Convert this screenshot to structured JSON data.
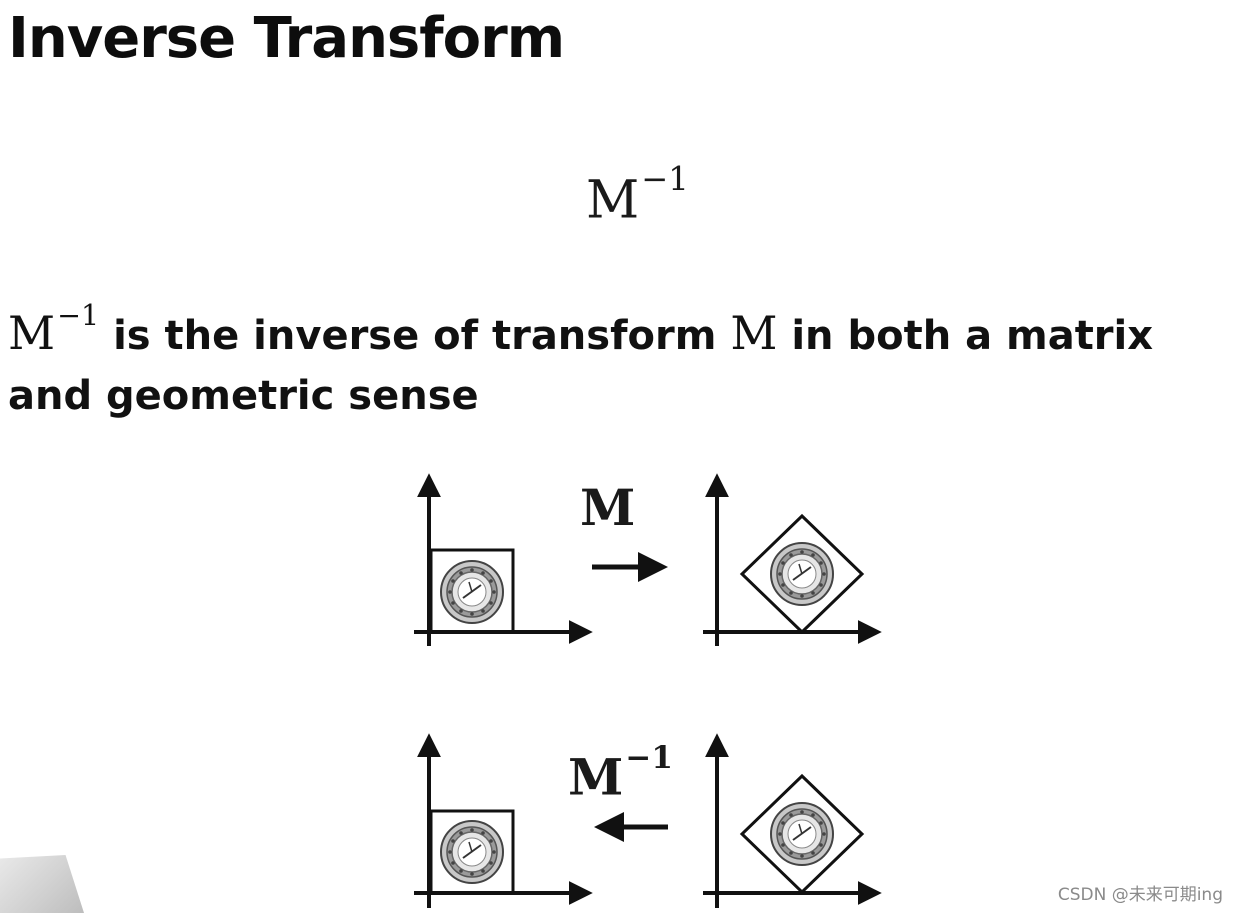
{
  "slide": {
    "title": "Inverse Transform",
    "center_formula": {
      "base": "M",
      "exponent": "−1"
    },
    "sentence": {
      "m_inverse_base": "M",
      "m_inverse_exponent": "−1",
      "part1": " is the inverse of transform ",
      "m": "M",
      "part2": " in both a matrix and geometric sense"
    },
    "diagram": {
      "forward_label": "M",
      "inverse_label": {
        "base": "M",
        "exponent": "−1"
      }
    }
  },
  "watermark": "CSDN @未来可期ing"
}
